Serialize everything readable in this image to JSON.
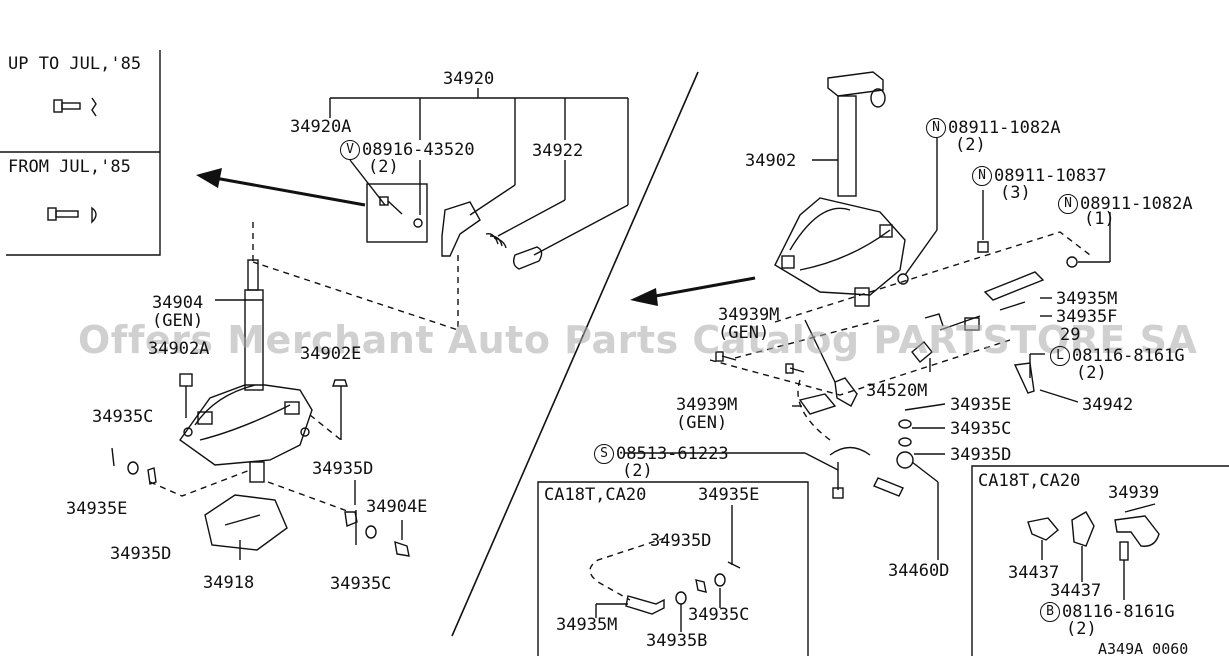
{
  "inset_top_left": {
    "up_to": "UP TO JUL,'85",
    "from": "FROM JUL,'85"
  },
  "inset_bottom_mid": {
    "title": "CA18T,CA20",
    "p1": "34935E",
    "p2": "34935D",
    "p3": "34935C",
    "p4": "34935M",
    "p5": "34935B"
  },
  "inset_bottom_right": {
    "title": "CA18T,CA20",
    "p1": "34939",
    "p2": "34437",
    "p3": "34437",
    "p4_prefix": "B",
    "p4": "08116-8161G",
    "p4_qty": "(2)",
    "code": "A349A 0060"
  },
  "left": {
    "p34920": "34920",
    "p34920A": "34920A",
    "v_prefix": "V",
    "p08916": "08916-43520",
    "p08916_qty": "(2)",
    "p34922": "34922",
    "p34904": "34904",
    "p34904_gen": "(GEN)",
    "p34902A": "34902A",
    "p34902E": "34902E",
    "p34935C_a": "34935C",
    "p34935E": "34935E",
    "p34935D_a": "34935D",
    "p34935D_b": "34935D",
    "p34904E": "34904E",
    "p34918": "34918",
    "p34935C_b": "34935C"
  },
  "right": {
    "p34902": "34902",
    "n1_prefix": "N",
    "n1": "08911-1082A",
    "n1_qty": "(2)",
    "n2_prefix": "N",
    "n2": "08911-10837",
    "n2_qty": "(3)",
    "n3_prefix": "N",
    "n3": "08911-1082A",
    "n3_qty": "(1)",
    "p34935M": "34935M",
    "p34935F": "34935F",
    "l_prefix": "L",
    "p08116": "08116-8161G",
    "p08116_qty": "(2)",
    "p34939M_a": "34939M",
    "p34939M_a_gen": "(GEN)",
    "p34520M": "34520M",
    "p34942": "34942",
    "p34939M_b": "34939M",
    "p34939M_b_gen": "(GEN)",
    "p34935E": "34935E",
    "p34935C": "34935C",
    "p34935D": "34935D",
    "s_prefix": "S",
    "p08513": "08513-61223",
    "p08513_qty": "(2)",
    "p34460D": "34460D",
    "partial_29": "29"
  },
  "watermark": "Offers Merchant Auto Parts Catalog PARTSTORE SA"
}
